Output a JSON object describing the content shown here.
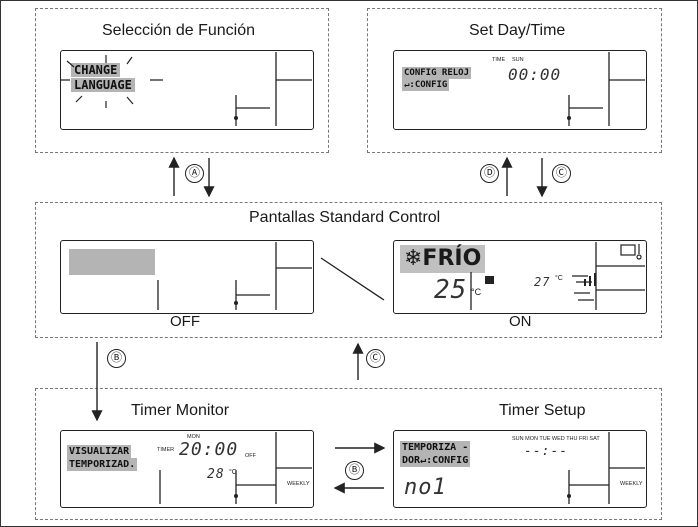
{
  "titles": {
    "function_select": "Selección de Función",
    "set_day_time": "Set Day/Time",
    "standard_control": "Pantallas Standard Control",
    "timer_monitor": "Timer Monitor",
    "timer_setup": "Timer Setup"
  },
  "screens": {
    "change_language": {
      "line1": "CHANGE",
      "line2": "LANGUAGE"
    },
    "config_reloj": {
      "line1": "CONFIG RELOJ",
      "line2": "↵:CONFIG",
      "time_label": "TIME",
      "day_label": "SUN",
      "time": "00:00"
    },
    "off_screen": {
      "caption": "OFF"
    },
    "on_screen": {
      "mode": "❄FRÍO",
      "set_temp": "25",
      "unit": "°C",
      "room_temp": "27",
      "room_unit": "°C",
      "caption": "ON"
    },
    "visualizar": {
      "line1": "VISUALIZAR",
      "line2": "TEMPORIZAD.",
      "timer_label": "TIMER",
      "day_label": "MON",
      "time": "20:00",
      "off_label": "OFF",
      "temp": "28",
      "temp_unit": "°C",
      "weekly": "WEEKLY"
    },
    "temporiza": {
      "line1": "TEMPORIZA -",
      "line2": "DOR↵:CONFIG",
      "days": "SUN MON TUE WED THU FRI SAT",
      "time": "--:--",
      "no_text": "no1",
      "weekly": "WEEKLY"
    }
  },
  "markers": {
    "a": "Ⓐ",
    "b1": "Ⓑ",
    "b2": "Ⓑ",
    "c1": "Ⓒ",
    "c2": "Ⓒ",
    "d": "Ⓓ"
  }
}
